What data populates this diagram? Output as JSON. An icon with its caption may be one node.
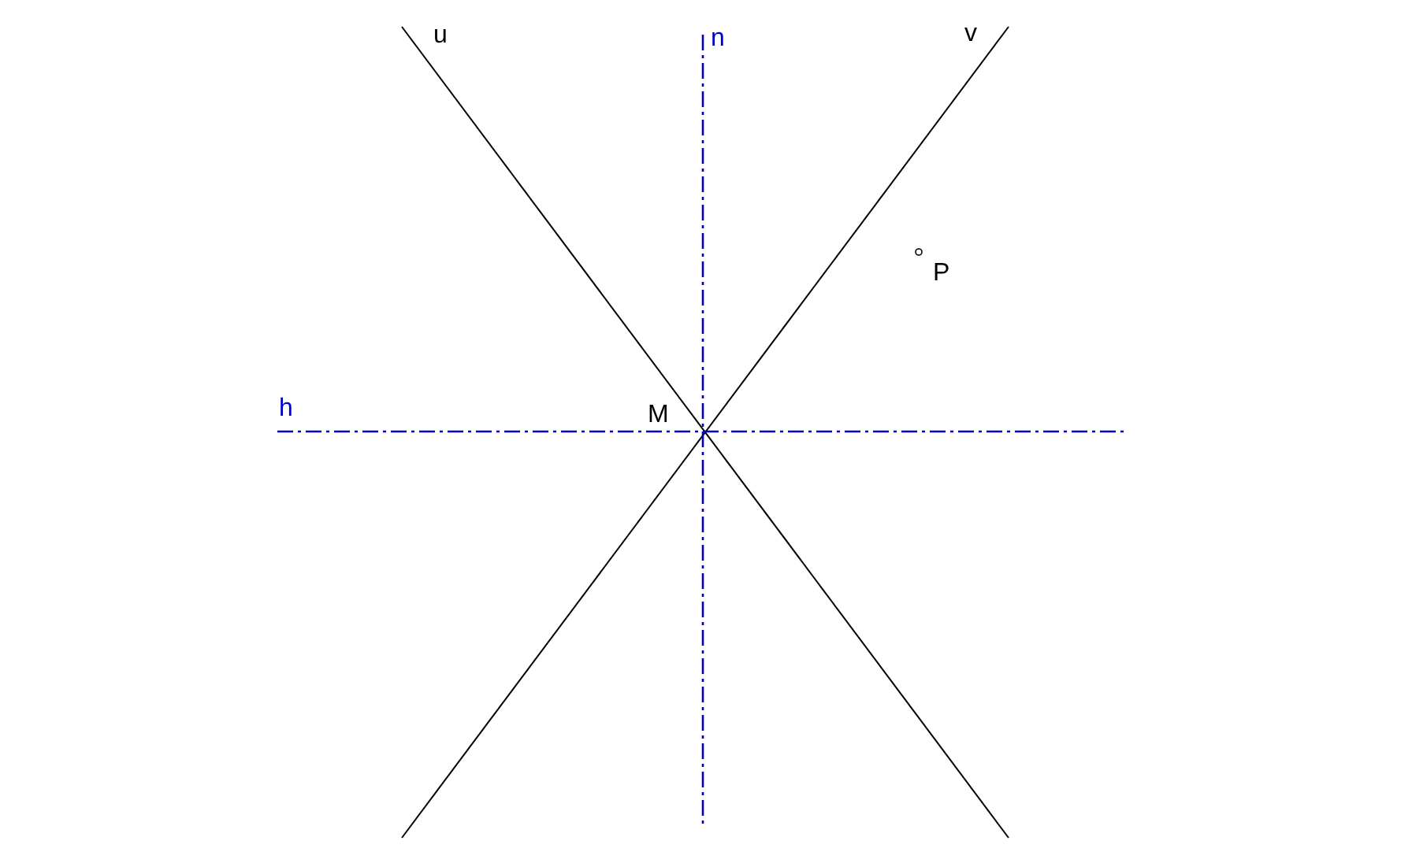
{
  "diagram": {
    "labels": [
      "u",
      "n",
      "v",
      "P",
      "h",
      "M"
    ]
  }
}
